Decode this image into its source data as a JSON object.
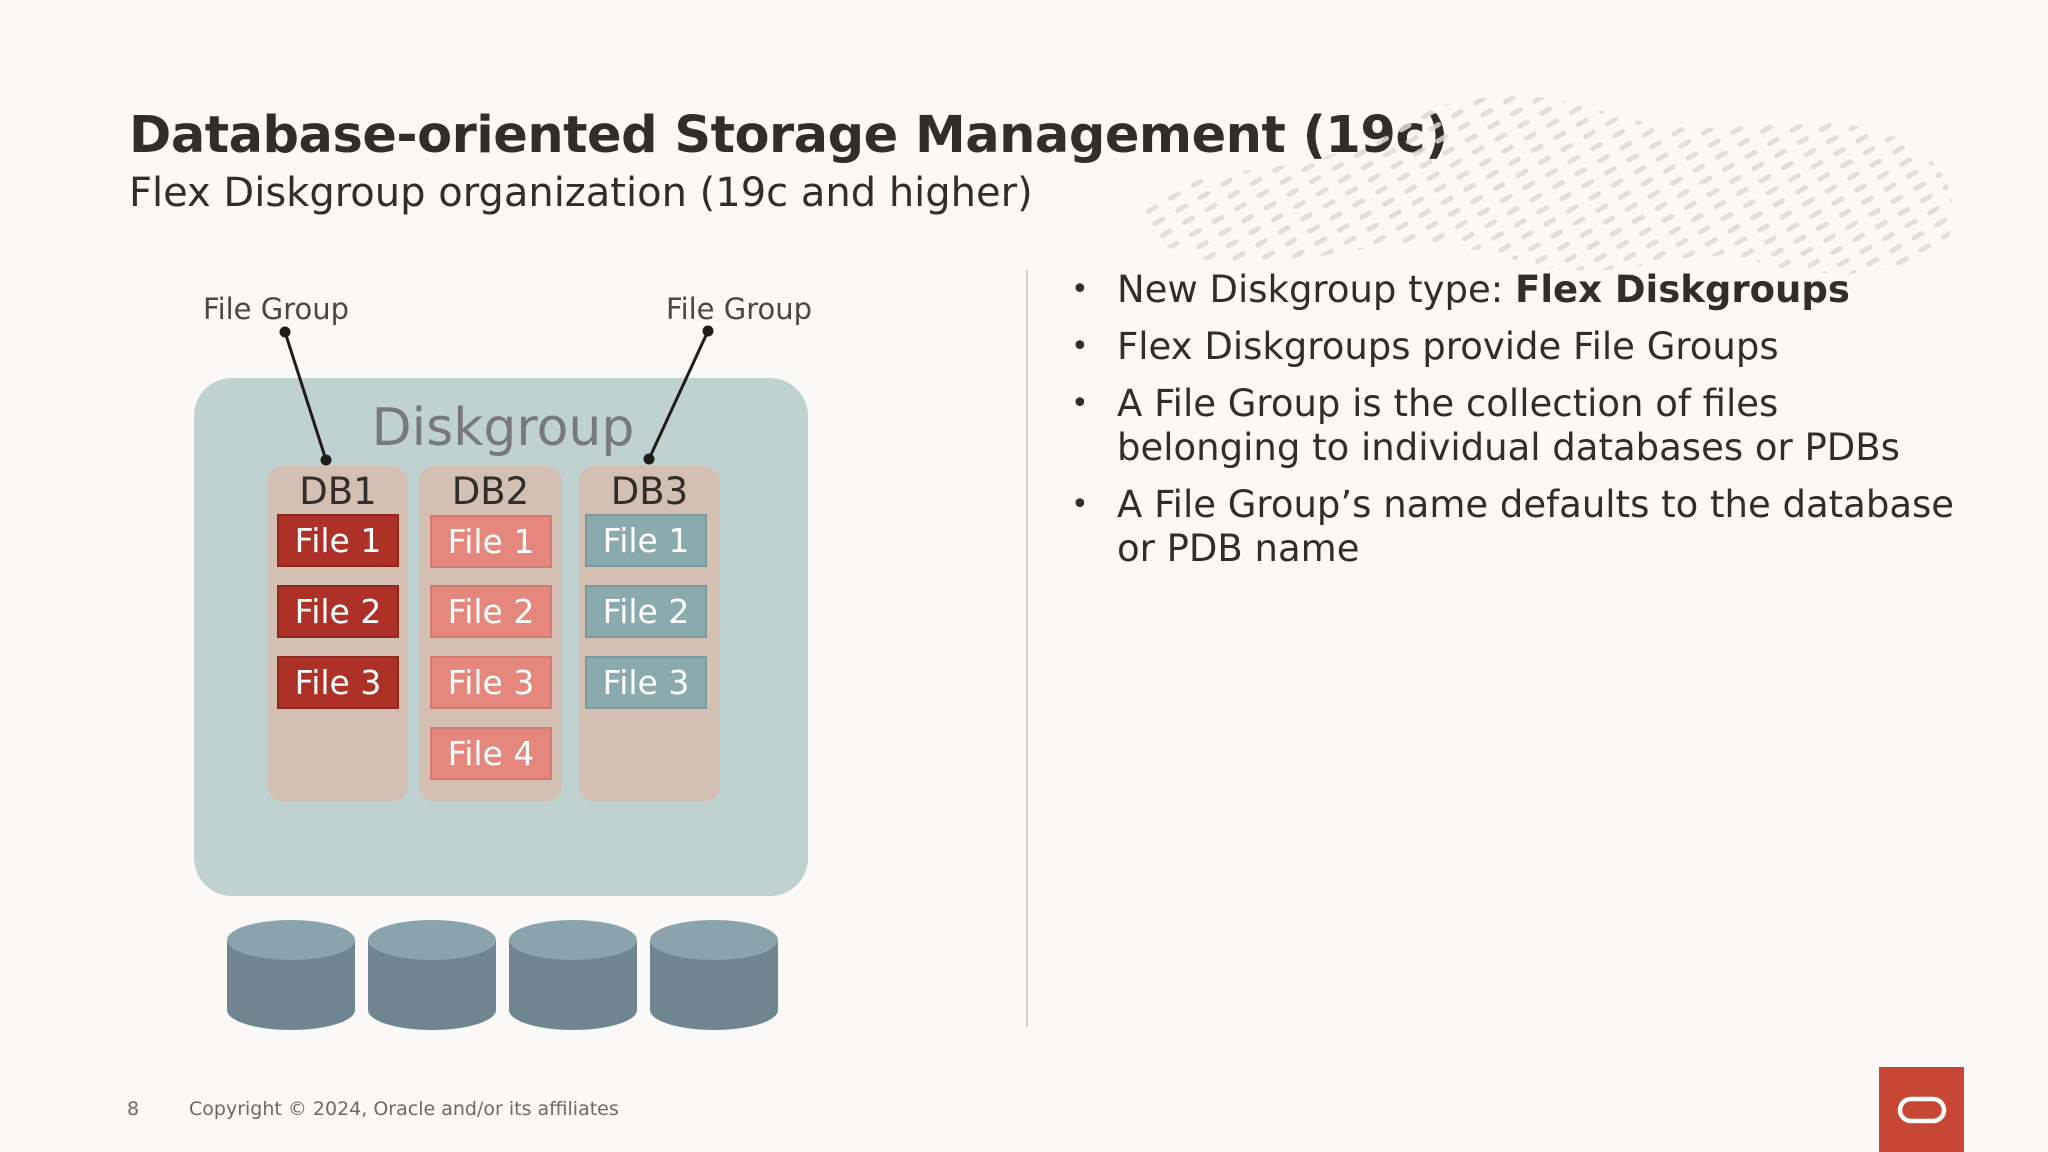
{
  "slide": {
    "title": "Database-oriented Storage Management (19c)",
    "subtitle": "Flex Diskgroup organization (19c and higher)"
  },
  "diagram": {
    "file_group_labels": [
      "File Group",
      "File Group"
    ],
    "diskgroup_label": "Diskgroup",
    "databases": [
      {
        "name": "DB1",
        "files": [
          "File 1",
          "File 2",
          "File 3"
        ],
        "color": "#AE3127"
      },
      {
        "name": "DB2",
        "files": [
          "File 1",
          "File 2",
          "File 3",
          "File 4"
        ],
        "color": "#E5877C"
      },
      {
        "name": "DB3",
        "files": [
          "File 1",
          "File 2",
          "File 3"
        ],
        "color": "#8BAAAD"
      }
    ],
    "disk_count": 4
  },
  "bullets": [
    {
      "text": "New Diskgroup type: ",
      "bold": "Flex Diskgroups"
    },
    {
      "text": "Flex Diskgroups provide File Groups"
    },
    {
      "text": "A File Group is the collection of files belonging to individual databases or PDBs"
    },
    {
      "text": "A File Group’s name defaults to the database or PDB name"
    }
  ],
  "footer": {
    "page_number": "8",
    "copyright": "Copyright © 2024, Oracle and/or its affiliates"
  },
  "colors": {
    "brand_red": "#C74634",
    "diskgroup_bg": "#C0D1D1",
    "db_bg": "#D4BFB3"
  },
  "icons": {
    "logo": "oracle-logo-icon",
    "disk": "disk-cylinder-icon"
  }
}
